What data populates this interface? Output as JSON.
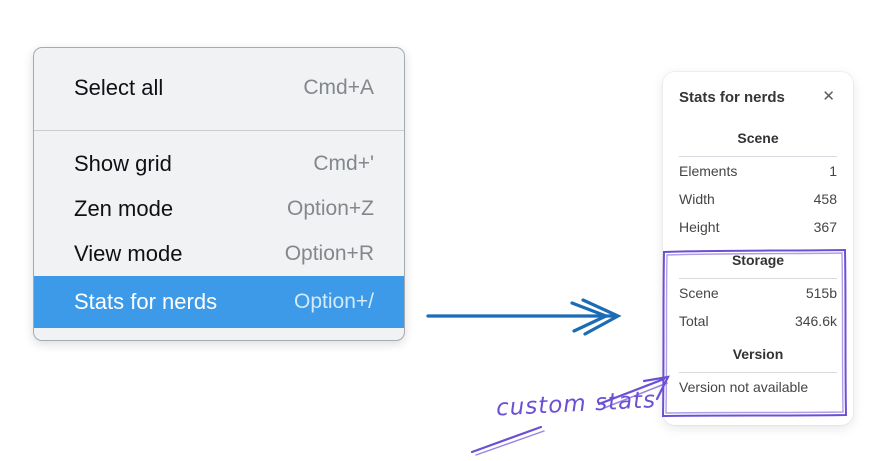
{
  "context_menu": {
    "items": [
      {
        "label": "Select all",
        "shortcut": "Cmd+A",
        "highlighted": false
      },
      {
        "label": "Show grid",
        "shortcut": "Cmd+'",
        "highlighted": false
      },
      {
        "label": "Zen mode",
        "shortcut": "Option+Z",
        "highlighted": false
      },
      {
        "label": "View mode",
        "shortcut": "Option+R",
        "highlighted": false
      },
      {
        "label": "Stats for nerds",
        "shortcut": "Option+/",
        "highlighted": true
      }
    ],
    "highlight_color": "#3d9ae8"
  },
  "stats_panel": {
    "title": "Stats for nerds",
    "sections": [
      {
        "header": "Scene",
        "rows": [
          [
            "Elements",
            "1"
          ],
          [
            "Width",
            "458"
          ],
          [
            "Height",
            "367"
          ]
        ]
      },
      {
        "header": "Storage",
        "rows": [
          [
            "Scene",
            "515b"
          ],
          [
            "Total",
            "346.6k"
          ]
        ]
      },
      {
        "header": "Version",
        "rows": [],
        "note": "Version not available"
      }
    ]
  },
  "annotation": {
    "label": "custom stats",
    "color": "#6c50d4"
  },
  "pointer_arrow_color": "#1b6cb5",
  "icons": {
    "close": "✕"
  }
}
